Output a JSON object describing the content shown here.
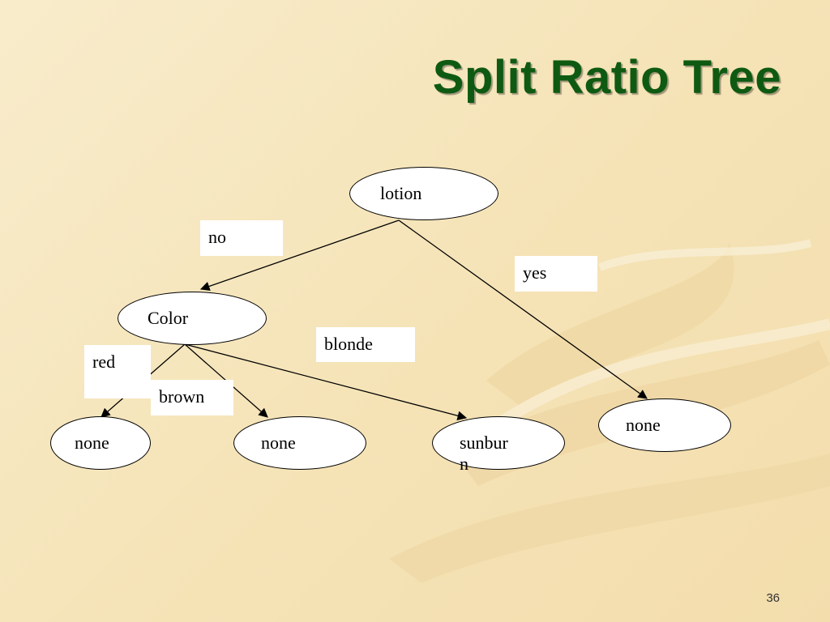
{
  "slide": {
    "title": "Split Ratio Tree",
    "page_number": "36"
  },
  "colors": {
    "title": "#0f5a12",
    "background": "#f6e6bd",
    "swirl": "#efd9a7"
  },
  "tree": {
    "root": {
      "label": "lotion"
    },
    "color": {
      "label": "Color"
    },
    "red_leaf": {
      "label": "none"
    },
    "brown_leaf": {
      "label": "none"
    },
    "blonde_leaf": {
      "label": "sunbur\nn"
    },
    "yes_leaf": {
      "label": "none"
    },
    "edges": {
      "no": "no",
      "yes": "yes",
      "red": "red",
      "brown": "brown",
      "blonde": "blonde"
    }
  }
}
